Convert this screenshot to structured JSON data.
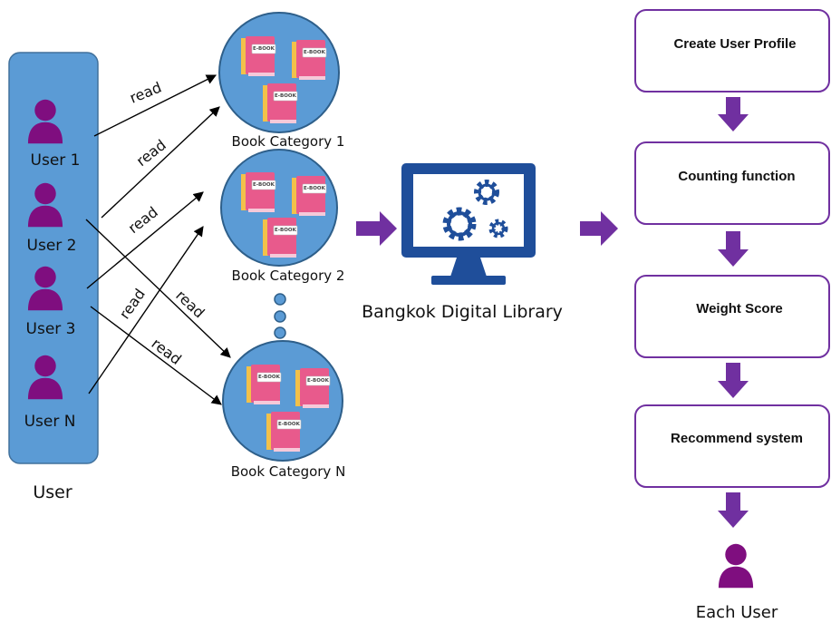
{
  "users_panel": {
    "caption": "User",
    "users": [
      "User 1",
      "User 2",
      "User 3",
      "User N"
    ]
  },
  "edge_label": "read",
  "categories": [
    "Book Category 1",
    "Book Category 2",
    "Book Category N"
  ],
  "ebook_label": "E-BOOK",
  "library": {
    "label": "Bangkok Digital Library"
  },
  "steps": [
    "Create User Profile",
    "Counting function",
    "Weight Score",
    "Recommend system"
  ],
  "final_user": "Each User",
  "colors": {
    "user_panel_fill": "#5b9bd5",
    "user_panel_stroke": "#41719c",
    "user_icon": "#7f0e7f",
    "category_circle": "#5b9bd5",
    "book_pink": "#e85a8c",
    "book_spine": "#f2c14a",
    "monitor": "#1f4e9a",
    "flow_arrow": "#7030a0",
    "step_stroke": "#7030a0"
  }
}
